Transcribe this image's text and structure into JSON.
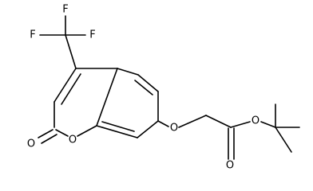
{
  "molecule": {
    "atoms": {
      "f_top": "F",
      "f_left": "F",
      "f_right": "F",
      "o_carbonyl_lactone": "O",
      "o_ring": "O",
      "o_ether": "O",
      "o_carbonyl_ester": "O",
      "o_ester": "O"
    }
  }
}
